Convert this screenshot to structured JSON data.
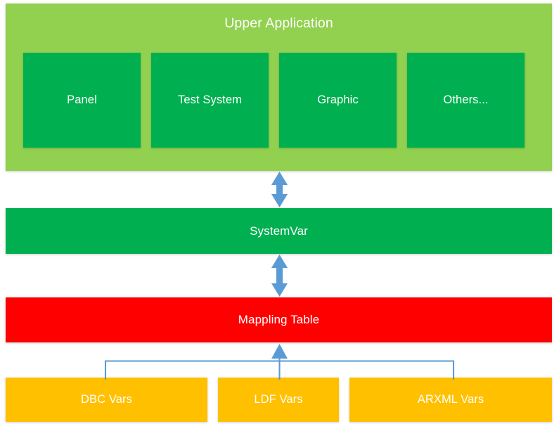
{
  "diagram": {
    "title_text": "Upper Application",
    "upper_application": {
      "label": "Upper Application",
      "color": "#92D050",
      "modules": [
        {
          "label": "Panel",
          "color": "#00B050"
        },
        {
          "label": "Test System",
          "color": "#00B050"
        },
        {
          "label": "Graphic",
          "color": "#00B050"
        },
        {
          "label": "Others...",
          "color": "#00B050"
        }
      ]
    },
    "system_var": {
      "label": "SystemVar",
      "color": "#00B050"
    },
    "mapping_table": {
      "label": "Mappling Table",
      "color": "#FF0000"
    },
    "sources": [
      {
        "label": "DBC Vars",
        "color": "#FFC000"
      },
      {
        "label": "LDF Vars",
        "color": "#FFC000"
      },
      {
        "label": "ARXML Vars",
        "color": "#FFC000"
      }
    ],
    "connectors": {
      "arrow_color": "#5B9BD5",
      "upper_to_systemvar": "double-arrow-vertical",
      "systemvar_to_mapping": "double-arrow-vertical",
      "sources_to_mapping": "bracket-arrow-up"
    },
    "text_color": "#FFFFFF",
    "background": "#FFFFFF"
  }
}
